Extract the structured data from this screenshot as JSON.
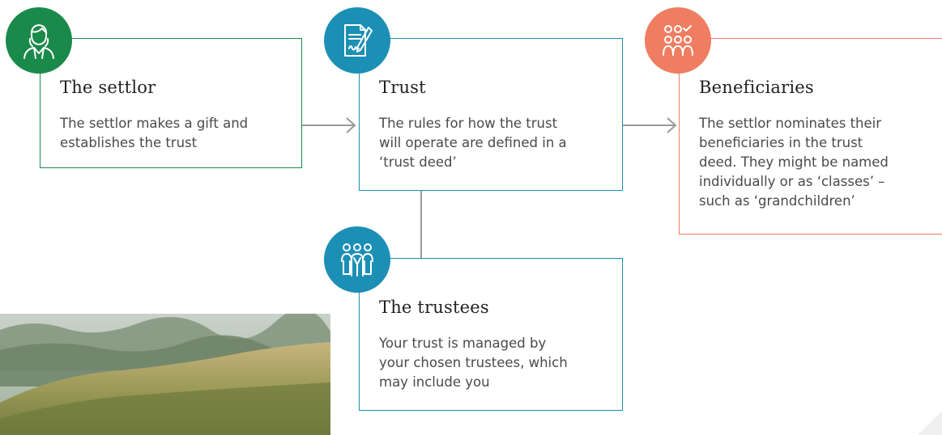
{
  "colors": {
    "settlor": "#1a8a4a",
    "trust": "#1c8fb5",
    "beneficiaries": "#ef7d62",
    "trustees": "#1c8fb5",
    "connector": "#9a9a9a"
  },
  "boxes": {
    "settlor": {
      "icon": "person-icon",
      "title": "The settlor",
      "lines": [
        "The settlor makes a gift and",
        "establishes the trust"
      ]
    },
    "trust": {
      "icon": "signed-document-icon",
      "title": "Trust",
      "lines": [
        "The rules for how the trust",
        "will operate are defined in a",
        "‘trust deed’"
      ]
    },
    "beneficiaries": {
      "icon": "group-selection-icon",
      "title": "Beneficiaries",
      "lines": [
        "The settlor nominates their",
        "beneficiaries in the trust",
        "deed. They might be named",
        "individually or as ‘classes’ –",
        "such as ‘grandchildren’"
      ]
    },
    "trustees": {
      "icon": "team-icon",
      "title": "The trustees",
      "lines": [
        "Your trust is managed by",
        "your chosen trustees, which",
        "may include you"
      ]
    }
  }
}
